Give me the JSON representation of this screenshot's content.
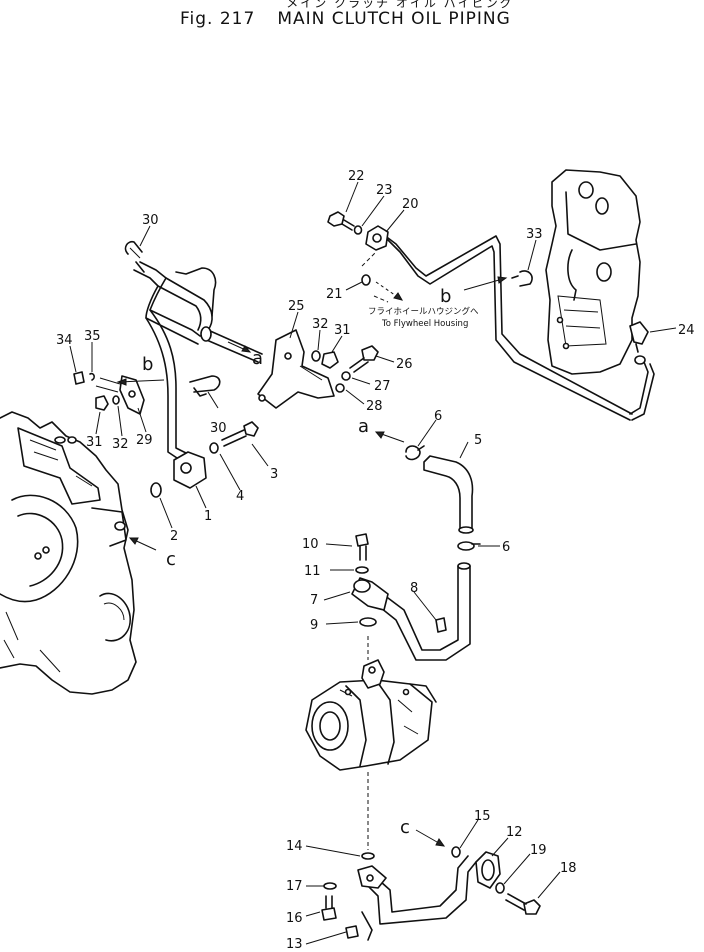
{
  "title_japanese": "メイン クラッチ オイル パイピング",
  "figure_number": "Fig. 217",
  "title": "MAIN CLUTCH OIL PIPING",
  "note_japanese": "フライホイールハウジングへ",
  "note_english": "To Flywheel Housing",
  "view_letters": [
    "a",
    "b",
    "c"
  ],
  "part_numbers": {
    "p1": "1",
    "p2": "2",
    "p3": "3",
    "p4": "4",
    "p5": "5",
    "p6a": "6",
    "p6b": "6",
    "p7": "7",
    "p8": "8",
    "p9": "9",
    "p10": "10",
    "p11": "11",
    "p12": "12",
    "p13": "13",
    "p14": "14",
    "p15": "15",
    "p16": "16",
    "p17": "17",
    "p18": "18",
    "p19": "19",
    "p20": "20",
    "p21": "21",
    "p22": "22",
    "p23": "23",
    "p24": "24",
    "p25": "25",
    "p26": "26",
    "p27": "27",
    "p28": "28",
    "p29": "29",
    "p30a": "30",
    "p30b": "30",
    "p31a": "31",
    "p31b": "31",
    "p32a": "32",
    "p32b": "32",
    "p33": "33",
    "p34": "34",
    "p35": "35"
  }
}
